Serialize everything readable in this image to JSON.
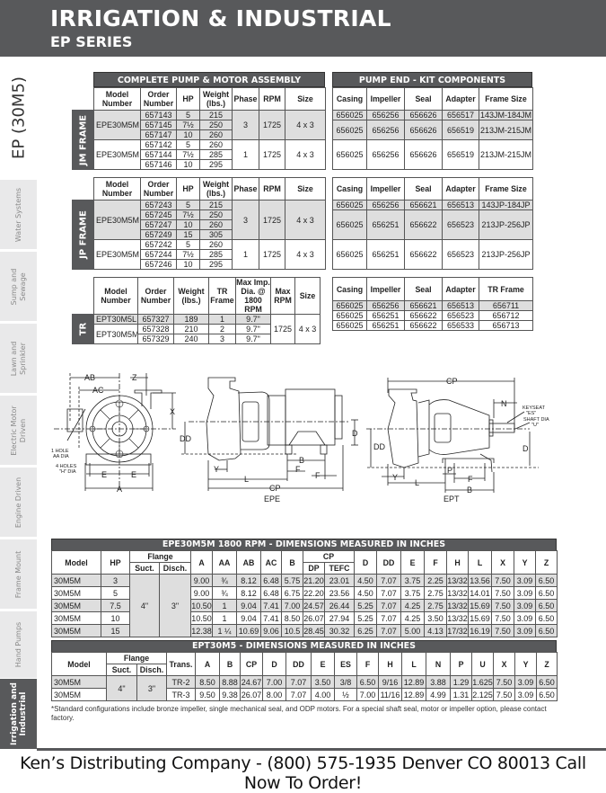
{
  "header": {
    "title": "IRRIGATION & INDUSTRIAL",
    "subtitle": "EP SERIES"
  },
  "sidebar": {
    "product": "EP (30M5)",
    "tabs": [
      "Water Systems",
      "Sump and\nSewage",
      "Lawn and\nSprinkler",
      "Electric Motor\nDriven",
      "Engine Driven",
      "Frame Mount",
      "Hand Pumps",
      "Irrigation and\nIndustrial"
    ],
    "active_tab": "Irrigation and\nIndustrial"
  },
  "assembly": {
    "title": "COMPLETE PUMP & MOTOR ASSEMBLY",
    "columns": [
      "Model\nNumber",
      "Order\nNumber",
      "HP",
      "Weight\n(lbs.)",
      "Phase",
      "RPM",
      "Size"
    ],
    "jm": {
      "label": "JM FRAME",
      "groups": [
        {
          "model": "EPE30M5M",
          "phase": "3",
          "rpm": "1725",
          "size": "4 x 3",
          "rows": [
            [
              "657143",
              "5",
              "215"
            ],
            [
              "657145",
              "7½",
              "250"
            ],
            [
              "657147",
              "10",
              "260"
            ]
          ]
        },
        {
          "model": "EPE30M5M",
          "phase": "1",
          "rpm": "1725",
          "size": "4 x 3",
          "rows": [
            [
              "657142",
              "5",
              "260"
            ],
            [
              "657144",
              "7½",
              "285"
            ],
            [
              "657146",
              "10",
              "295"
            ]
          ]
        }
      ]
    },
    "jp": {
      "label": "JP FRAME",
      "groups": [
        {
          "model": "EPE30M5M",
          "phase": "3",
          "rpm": "1725",
          "size": "4 x 3",
          "rows": [
            [
              "657243",
              "5",
              "215"
            ],
            [
              "657245",
              "7½",
              "250"
            ],
            [
              "657247",
              "10",
              "260"
            ],
            [
              "657249",
              "15",
              "305"
            ]
          ]
        },
        {
          "model": "EPE30M5M",
          "phase": "1",
          "rpm": "1725",
          "size": "4 x 3",
          "rows": [
            [
              "657242",
              "5",
              "260"
            ],
            [
              "657244",
              "7½",
              "285"
            ],
            [
              "657246",
              "10",
              "295"
            ]
          ]
        }
      ]
    }
  },
  "kit": {
    "title": "PUMP END - KIT COMPONENTS",
    "columns": [
      "Casing",
      "Impeller",
      "Seal",
      "Adapter",
      "Frame Size"
    ],
    "jm_rows": [
      {
        "span": 1,
        "values": [
          "656025",
          "656256",
          "656626",
          "656517",
          "143JM-184JM"
        ]
      },
      {
        "span": 2,
        "values": [
          "656025",
          "656256",
          "656626",
          "656519",
          "213JM-215JM"
        ]
      },
      {
        "span": 3,
        "values": [
          "656025",
          "656256",
          "656626",
          "656519",
          "213JM-215JM"
        ]
      }
    ],
    "jp_rows": [
      {
        "span": 1,
        "values": [
          "656025",
          "656256",
          "656621",
          "656513",
          "143JP-184JP"
        ]
      },
      {
        "span": 3,
        "values": [
          "656025",
          "656251",
          "656622",
          "656523",
          "213JP-256JP"
        ]
      },
      {
        "span": 3,
        "values": [
          "656025",
          "656251",
          "656622",
          "656523",
          "213JP-256JP"
        ]
      }
    ]
  },
  "tr": {
    "label": "TR",
    "columns": [
      "Model\nNumber",
      "Order\nNumber",
      "Weight\n(lbs.)",
      "TR\nFrame",
      "Max Imp.\nDia. @\n1800 RPM",
      "Max\nRPM",
      "Size"
    ],
    "max_rpm": "1725",
    "size": "4 x 3",
    "groups": [
      {
        "model": "EPT30M5L",
        "rows": [
          [
            "657327",
            "189",
            "1",
            "9.7\""
          ]
        ]
      },
      {
        "model": "EPT30M5M",
        "rows": [
          [
            "657328",
            "210",
            "2",
            "9.7\""
          ],
          [
            "657329",
            "240",
            "3",
            "9.7\""
          ]
        ]
      }
    ],
    "kit_columns": [
      "Casing",
      "Impeller",
      "Seal",
      "Adapter",
      "TR Frame"
    ],
    "kit_rows": [
      {
        "span": 1,
        "values": [
          "656025",
          "656256",
          "656621",
          "656513",
          "656711"
        ]
      },
      {
        "span": 1,
        "values": [
          "656025",
          "656251",
          "656622",
          "656523",
          "656712"
        ]
      },
      {
        "span": 1,
        "values": [
          "656025",
          "656251",
          "656622",
          "656533",
          "656713"
        ]
      }
    ]
  },
  "diagrams": {
    "epe": {
      "name": "EPE",
      "ab": "AB",
      "ac": "AC",
      "z": "Z",
      "x": "X",
      "hole1_a": "1 HOLE",
      "hole1_b": "AA DIA",
      "hole4_a": "4 HOLES",
      "hole4_b": "\"H\" DIA",
      "e": "E",
      "a": "A",
      "dd": "DD",
      "y": "Y",
      "l": "L",
      "cp": "CP",
      "b": "B",
      "f": "F"
    },
    "ept": {
      "name": "EPT",
      "cp": "CP",
      "d": "D",
      "dd": "DD",
      "n": "N",
      "key_a": "KEYSEAT",
      "key_b": "\"ES\"",
      "shaft_a": "SHAFT DIA",
      "shaft_b": "\"U\"",
      "y": "Y",
      "l": "L",
      "p": "P",
      "f": "F",
      "b": "B"
    }
  },
  "epe_dims": {
    "title": "EPE30M5M 1800 RPM - DIMENSIONS MEASURED IN INCHES",
    "columns": [
      "Model",
      "HP",
      {
        "label": "Flange",
        "sub": [
          "Suct.",
          "Disch."
        ]
      },
      "A",
      "AA",
      "AB",
      "AC",
      "B",
      {
        "label": "CP",
        "sub": [
          "DP",
          "TEFC"
        ]
      },
      "D",
      "DD",
      "E",
      "F",
      "H",
      "L",
      "X",
      "Y",
      "Z"
    ],
    "flange": {
      "suct": "4\"",
      "disch": "3\""
    },
    "rows": [
      [
        "30M5M",
        "3",
        "9.00",
        "¾",
        "8.12",
        "6.48",
        "5.75",
        "21.20",
        "23.01",
        "4.50",
        "7.07",
        "3.75",
        "2.25",
        "13/32",
        "13.56",
        "7.50",
        "3.09",
        "6.50"
      ],
      [
        "30M5M",
        "5",
        "9.00",
        "¾",
        "8.12",
        "6.48",
        "6.75",
        "22.20",
        "23.56",
        "4.50",
        "7.07",
        "3.75",
        "2.75",
        "13/32",
        "14.01",
        "7.50",
        "3.09",
        "6.50"
      ],
      [
        "30M5M",
        "7.5",
        "10.50",
        "1",
        "9.04",
        "7.41",
        "7.00",
        "24.57",
        "26.44",
        "5.25",
        "7.07",
        "4.25",
        "2.75",
        "13/32",
        "15.69",
        "7.50",
        "3.09",
        "6.50"
      ],
      [
        "30M5M",
        "10",
        "10.50",
        "1",
        "9.04",
        "7.41",
        "8.50",
        "26.07",
        "27.94",
        "5.25",
        "7.07",
        "4.25",
        "3.50",
        "13/32",
        "15.69",
        "7.50",
        "3.09",
        "6.50"
      ],
      [
        "30M5M",
        "15",
        "12.38",
        "1 ¼",
        "10.69",
        "9.06",
        "10.5",
        "28.45",
        "30.32",
        "6.25",
        "7.07",
        "5.00",
        "4.13",
        "17/32",
        "16.19",
        "7.50",
        "3.09",
        "6.50"
      ]
    ]
  },
  "ept_dims": {
    "title": "EPT30M5 - DIMENSIONS MEASURED IN INCHES",
    "columns": [
      "Model",
      {
        "label": "Flange",
        "sub": [
          "Suct.",
          "Disch."
        ]
      },
      "Trans.",
      "A",
      "B",
      "CP",
      "D",
      "DD",
      "E",
      "ES",
      "F",
      "H",
      "L",
      "N",
      "P",
      "U",
      "X",
      "Y",
      "Z"
    ],
    "flange": {
      "suct": "4\"",
      "disch": "3\""
    },
    "rows": [
      [
        "30M5M",
        "TR-2",
        "8.50",
        "8.88",
        "24.67",
        "7.00",
        "7.07",
        "3.50",
        "3/8",
        "6.50",
        "9/16",
        "12.89",
        "3.88",
        "1.29",
        "1.625",
        "7.50",
        "3.09",
        "6.50"
      ],
      [
        "30M5M",
        "TR-3",
        "9.50",
        "9.38",
        "26.07",
        "8.00",
        "7.07",
        "4.00",
        "½",
        "7.00",
        "11/16",
        "12.89",
        "4.99",
        "1.31",
        "2.125",
        "7.50",
        "3.09",
        "6.50"
      ]
    ]
  },
  "footnote": "*Standard configurations include bronze impeller, single mechanical seal, and ODP motors.  For a special shaft seal, motor or impeller option, please contact factory.",
  "footer": "Ken’s Distributing Company - (800) 575-1935 Denver CO 80013 Call Now To Order!",
  "colors": {
    "header_bg": "#58595b",
    "row_shade": "#dedede",
    "tab_bg": "#e9e9ea"
  }
}
